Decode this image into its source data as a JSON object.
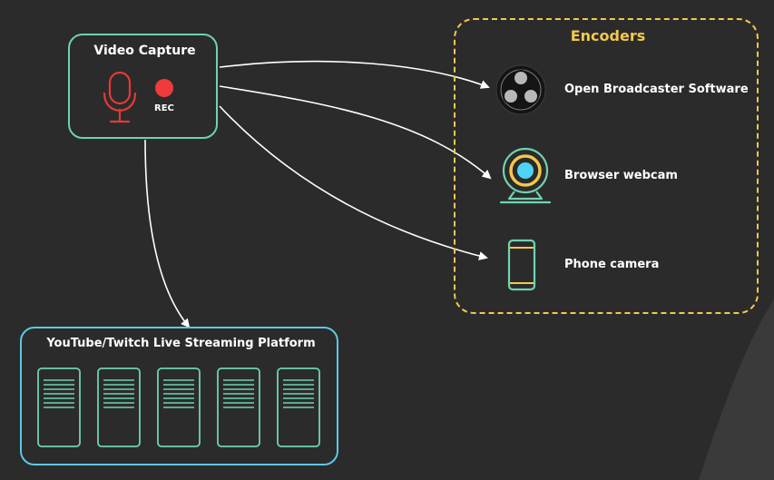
{
  "video_capture": {
    "title": "Video Capture",
    "rec_label": "REC"
  },
  "encoders": {
    "title": "Encoders",
    "items": [
      {
        "label": "Open Broadcaster Software",
        "icon": "obs-logo-icon"
      },
      {
        "label": "Browser webcam",
        "icon": "webcam-icon"
      },
      {
        "label": "Phone camera",
        "icon": "phone-icon"
      }
    ]
  },
  "platform": {
    "title": "YouTube/Twitch Live Streaming Platform",
    "viewer_count": 5
  },
  "colors": {
    "background": "#2b2b2b",
    "video_capture_border": "#6fd3b0",
    "encoders_border": "#f2c94c",
    "platform_border": "#5ec8e8",
    "mic_red": "#e53935",
    "rec_dot": "#ef3b3b",
    "webcam_yellow": "#f2c94c",
    "webcam_cyan": "#4fd3f5",
    "arrow": "#ffffff"
  }
}
